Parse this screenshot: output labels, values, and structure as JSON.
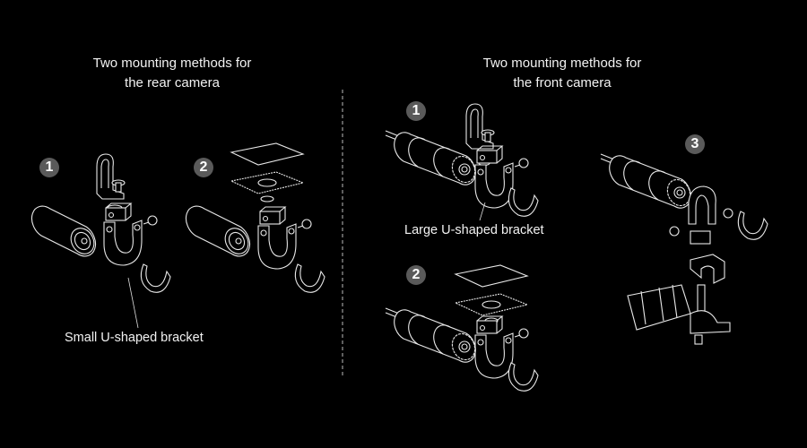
{
  "rear": {
    "title_line1": "Two mounting methods for",
    "title_line2": "the rear camera",
    "methods": [
      "1",
      "2"
    ],
    "callout": "Small U-shaped bracket"
  },
  "front": {
    "title_line1": "Two mounting methods for",
    "title_line2": "the front camera",
    "methods": [
      "1",
      "2",
      "3"
    ],
    "callout": "Large U-shaped bracket"
  },
  "colors": {
    "background": "#000000",
    "line": "#e8e8e8",
    "badge": "#5a5a5a"
  }
}
